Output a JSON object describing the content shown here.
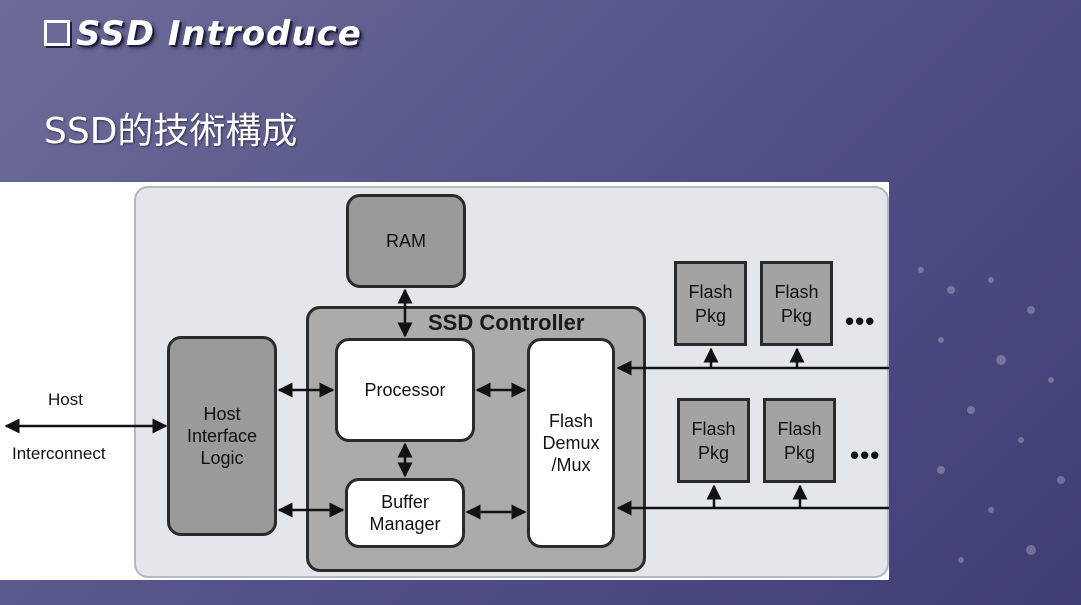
{
  "slide": {
    "title": "SSD Introduce",
    "subtitle": "SSD的技術構成"
  },
  "diagram": {
    "host_label": "Host",
    "interconnect_label": "Interconnect",
    "host_interface_logic": [
      "Host",
      "Interface",
      "Logic"
    ],
    "ram": "RAM",
    "controller": "SSD Controller",
    "processor": "Processor",
    "buffer_manager": [
      "Buffer",
      "Manager"
    ],
    "flash_demux": [
      "Flash",
      "Demux",
      "/Mux"
    ],
    "flash_pkg": [
      "Flash",
      "Pkg"
    ],
    "ellipsis": "•••"
  }
}
